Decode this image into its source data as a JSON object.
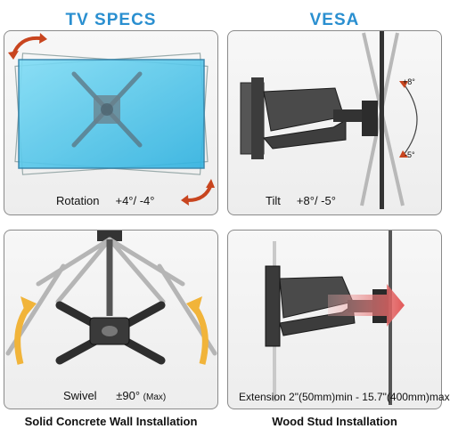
{
  "headings": {
    "tv_specs": "TV SPECS",
    "vesa": "VESA"
  },
  "captions": {
    "rotation_label": "Rotation",
    "rotation_value": "+4°/ -4°",
    "tilt_label": "Tilt",
    "tilt_value": "+8°/ -5°",
    "swivel_label": "Swivel",
    "swivel_value": "±90°",
    "swivel_unit": "(Max)",
    "extension_text": "Extension  2\"(50mm)min - 15.7\"(400mm)max"
  },
  "angle_marks": {
    "up": "+8°",
    "down": "-5°"
  },
  "footers": {
    "concrete": "Solid Concrete Wall Installation",
    "wood": "Wood Stud Installation"
  },
  "colors": {
    "accent": "#2a8fd0",
    "screen": "#4cc9ee",
    "arrow_red": "#c8451f",
    "arrow_orange": "#f1b43a",
    "beam_red": "#e05050"
  }
}
